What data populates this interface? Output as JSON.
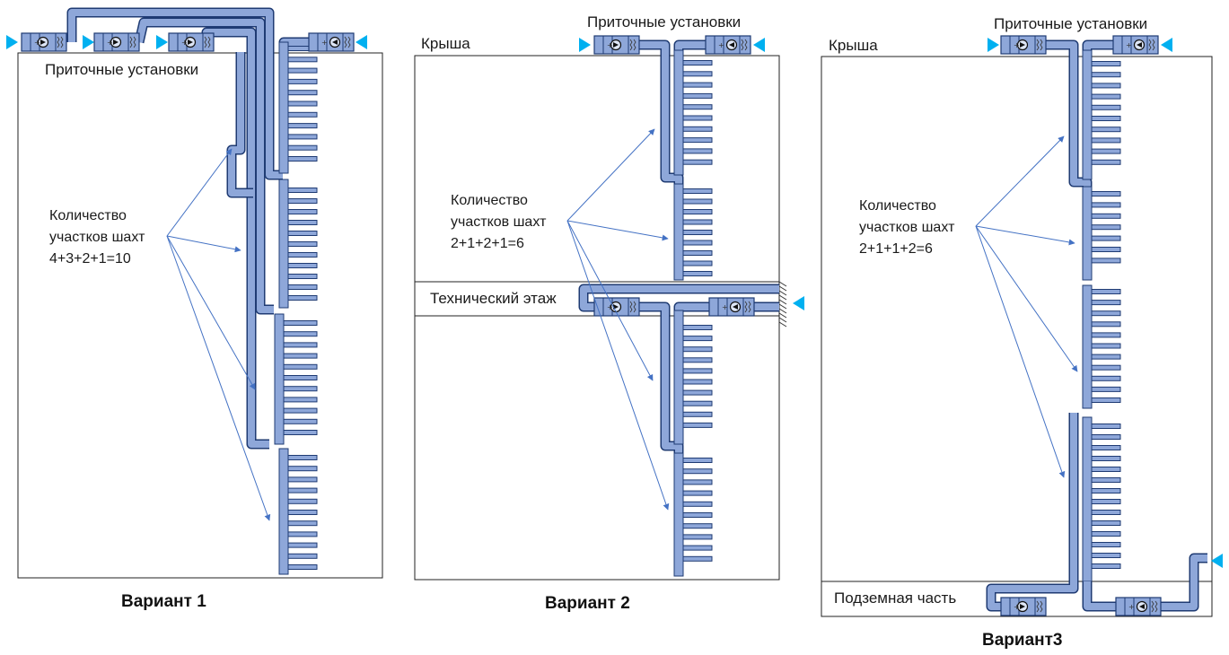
{
  "colors": {
    "duct_fill": "#8ea7d9",
    "duct_stroke": "#1f3b73",
    "arrow": "#4472c4",
    "inlet_arrow": "#00b0f0",
    "frame": "#222222"
  },
  "variant1": {
    "caption": "Вариант 1",
    "supply_units_label": "Приточные установки",
    "shafts_note": {
      "line1": "Количество",
      "line2": "участков шахт",
      "line3": "4+3+2+1=10"
    }
  },
  "variant2": {
    "caption": "Вариант 2",
    "roof_label": "Крыша",
    "supply_units_label": "Приточные установки",
    "tech_floor_label": "Технический этаж",
    "shafts_note": {
      "line1": "Количество",
      "line2": "участков шахт",
      "line3": "2+1+2+1=6"
    }
  },
  "variant3": {
    "caption": "Вариант3",
    "roof_label": "Крыша",
    "supply_units_label": "Приточные установки",
    "underground_label": "Подземная часть",
    "shafts_note": {
      "line1": "Количество",
      "line2": "участков шахт",
      "line3": "2+1+1+2=6"
    }
  }
}
